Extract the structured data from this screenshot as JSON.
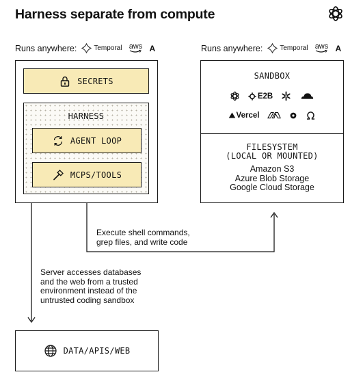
{
  "title": "Harness separate from compute",
  "left_runs": {
    "label": "Runs anywhere:",
    "temporal": "Temporal",
    "aws": "aws",
    "anthropic": "A"
  },
  "right_runs": {
    "label": "Runs anywhere:",
    "temporal": "Temporal",
    "aws": "aws",
    "anthropic": "A"
  },
  "secrets": {
    "label": "SECRETS"
  },
  "harness": {
    "label": "HARNESS",
    "agent_loop": "AGENT LOOP",
    "mcps_tools": "MCPS/TOOLS"
  },
  "sandbox": {
    "label": "SANDBOX",
    "e2b": "E2B",
    "vercel": "Vercel",
    "filesystem_line1": "FILESYSTEM",
    "filesystem_line2": "(LOCAL OR MOUNTED)",
    "storage": [
      "Amazon S3",
      "Azure Blob Storage",
      "Google Cloud Storage"
    ]
  },
  "notes": {
    "execute": [
      "Execute shell commands,",
      "grep files, and write code"
    ],
    "server": [
      "Server accesses databases",
      "and the web from a trusted",
      "environment instead of the",
      "untrusted coding sandbox"
    ]
  },
  "data_box": {
    "label": "DATA/APIS/WEB"
  },
  "icons": {
    "logo": "openai-logo-icon",
    "secrets": "lock-icon",
    "agent_loop": "refresh-icon",
    "mcps_tools": "hammer-icon",
    "data": "globe-icon"
  },
  "colors": {
    "pill_fill": "#f8eab6",
    "line": "#1a1a1a"
  }
}
